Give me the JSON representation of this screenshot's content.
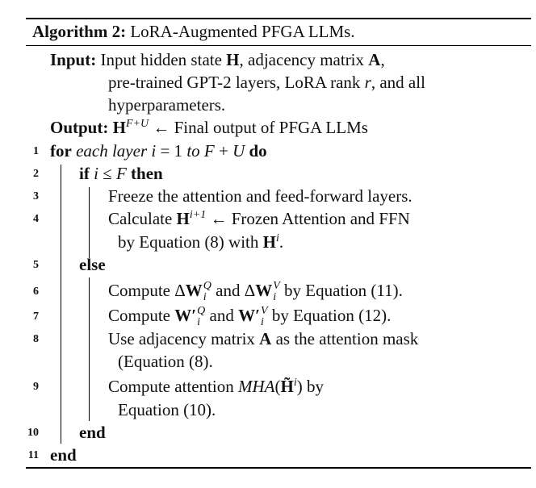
{
  "algorithm": {
    "label": "Algorithm 2:",
    "name": "LoRA-Augmented PFGA LLMs."
  },
  "input": {
    "label": "Input:",
    "line1": "Input hidden state H, adjacency matrix A,",
    "line2": "pre-trained GPT-2 layers, LoRA rank r, and all",
    "line3": "hyperparameters."
  },
  "output": {
    "label": "Output:",
    "text": "H^{F+U} ← Final output of PFGA LLMs"
  },
  "lines": [
    {
      "num": "1",
      "text": "for each layer i = 1 to F + U do"
    },
    {
      "num": "2",
      "text": "if i ≤ F then"
    },
    {
      "num": "3",
      "text": "Freeze the attention and feed-forward layers."
    },
    {
      "num": "4",
      "text": "Calculate H^{i+1} ← Frozen Attention and FFN by Equation (8) with H^i."
    },
    {
      "num": "5",
      "text": "else"
    },
    {
      "num": "6",
      "text": "Compute ΔW_i^Q and ΔW_i^V by Equation (11)."
    },
    {
      "num": "7",
      "text": "Compute W'_i^Q and W'_i^V by Equation (12)."
    },
    {
      "num": "8",
      "text": "Use adjacency matrix A as the attention mask (Equation (8)."
    },
    {
      "num": "9",
      "text": "Compute attention MHA(H̃^i) by Equation (10)."
    },
    {
      "num": "10",
      "text": "end"
    },
    {
      "num": "11",
      "text": "end"
    }
  ],
  "tokens": {
    "H": "H",
    "A": "A",
    "r": "r",
    "sup_FU": "F+U",
    "arrow": "←",
    "i": "i",
    "F": "F",
    "U": "U",
    "sup_i1": "i+1",
    "Q": "Q",
    "V": "V",
    "delta": "Δ",
    "W": "W",
    "Wp": "W′",
    "Htilde": "H̃",
    "mha": "MHA",
    "for": "for",
    "do": "do",
    "if": "if",
    "then": "then",
    "else": "else",
    "end": "end",
    "to": "to",
    "each_layer": "each layer",
    "eq1": "= 1",
    "plus": "+",
    "leq": "≤"
  },
  "text": {
    "input_1a": "Input hidden state ",
    "input_1b": ", adjacency matrix ",
    "input_1c": ",",
    "input_2a": "pre-trained GPT-2 layers, LoRA rank ",
    "input_2b": ", and all",
    "input_3": "hyperparameters.",
    "output_rest": " Final output of PFGA LLMs",
    "l3": "Freeze the attention and feed-forward layers.",
    "l4a": "Calculate ",
    "l4b": " Frozen Attention and FFN",
    "l4c": "by Equation (8) with ",
    "l4d": ".",
    "l6a": "Compute ",
    "l6b": " and ",
    "l6c": " by Equation (11).",
    "l7a": "Compute ",
    "l7b": " and ",
    "l7c": " by Equation (12).",
    "l8a": "Use adjacency matrix ",
    "l8b": " as the attention mask",
    "l8c": "(Equation (8).",
    "l9a": "Compute attention ",
    "l9b": "(",
    "l9c": ") by",
    "l9d": "Equation (10)."
  }
}
